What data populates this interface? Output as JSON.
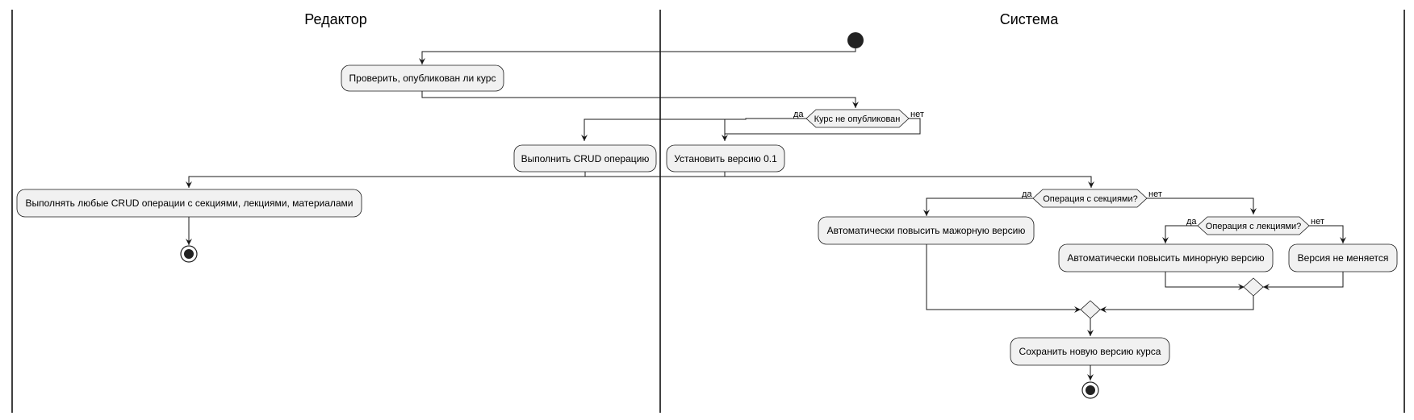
{
  "lanes": {
    "editor": "Редактор",
    "system": "Система"
  },
  "actions": {
    "check_published": "Проверить, опубликован ли курс",
    "do_crud": "Выполнить CRUD операцию",
    "set_version": "Установить версию 0.1",
    "any_crud": "Выполнять любые CRUD операции с секциями, лекциями, материалами",
    "bump_major": "Автоматически повысить мажорную версию",
    "bump_minor": "Автоматически повысить минорную версию",
    "no_change": "Версия не меняется",
    "save_version": "Сохранить новую версию курса"
  },
  "conditions": {
    "not_published": "Курс не опубликован",
    "sections_op": "Операция с секциями?",
    "lectures_op": "Операция с лекциями?"
  },
  "guards": {
    "yes": "да",
    "no": "нет"
  },
  "colors": {
    "node_fill": "#f1f1f1",
    "stroke": "#181818",
    "start_fill": "#222222"
  }
}
